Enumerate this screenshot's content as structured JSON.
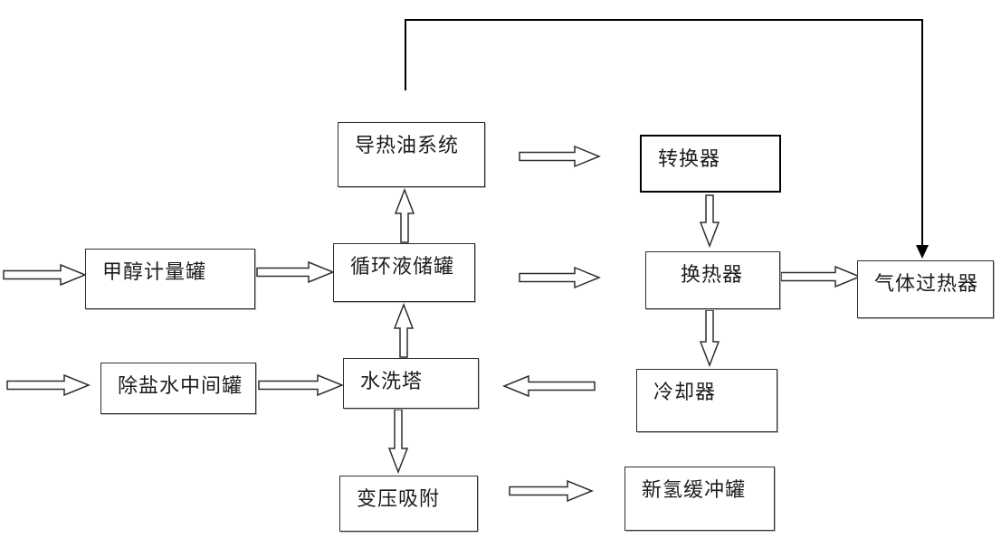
{
  "diagram": {
    "type": "process-flow-diagram",
    "background": "#ffffff",
    "line_color": "#000000",
    "nodes": {
      "heat_oil_system": {
        "label": "导热油系统"
      },
      "converter": {
        "label": "转换器"
      },
      "methanol_meter_tank": {
        "label": "甲醇计量罐"
      },
      "circulating_tank": {
        "label": "循环液储罐"
      },
      "heat_exchanger": {
        "label": "换热器"
      },
      "gas_superheater": {
        "label": "气体过热器"
      },
      "desalted_water_tank": {
        "label": "除盐水中间罐"
      },
      "water_wash_tower": {
        "label": "水洗塔"
      },
      "cooler": {
        "label": "冷却器"
      },
      "psa": {
        "label": "变压吸附"
      },
      "h2_buffer_tank": {
        "label": "新氢缓冲罐"
      }
    },
    "edges": [
      {
        "from": "external-feed",
        "to": "methanol_meter_tank",
        "style": "hollow-arrow"
      },
      {
        "from": "methanol_meter_tank",
        "to": "circulating_tank",
        "style": "hollow-arrow"
      },
      {
        "from": "circulating_tank",
        "to": "heat_exchanger",
        "style": "hollow-arrow"
      },
      {
        "from": "circulating_tank",
        "to": "heat_oil_system",
        "style": "hollow-arrow"
      },
      {
        "from": "heat_oil_system",
        "to": "converter",
        "style": "hollow-arrow"
      },
      {
        "from": "converter",
        "to": "heat_exchanger",
        "style": "hollow-arrow"
      },
      {
        "from": "heat_exchanger",
        "to": "gas_superheater",
        "style": "hollow-arrow"
      },
      {
        "from": "heat_exchanger",
        "to": "cooler",
        "style": "hollow-arrow"
      },
      {
        "from": "cooler",
        "to": "water_wash_tower",
        "style": "hollow-arrow"
      },
      {
        "from": "external-feed",
        "to": "desalted_water_tank",
        "style": "hollow-arrow"
      },
      {
        "from": "desalted_water_tank",
        "to": "water_wash_tower",
        "style": "hollow-arrow"
      },
      {
        "from": "water_wash_tower",
        "to": "circulating_tank",
        "style": "hollow-arrow"
      },
      {
        "from": "water_wash_tower",
        "to": "psa",
        "style": "hollow-arrow"
      },
      {
        "from": "psa",
        "to": "h2_buffer_tank",
        "style": "hollow-arrow"
      },
      {
        "from": "heat_oil_system_area",
        "to": "gas_superheater",
        "style": "solid-line-arrow"
      }
    ]
  }
}
